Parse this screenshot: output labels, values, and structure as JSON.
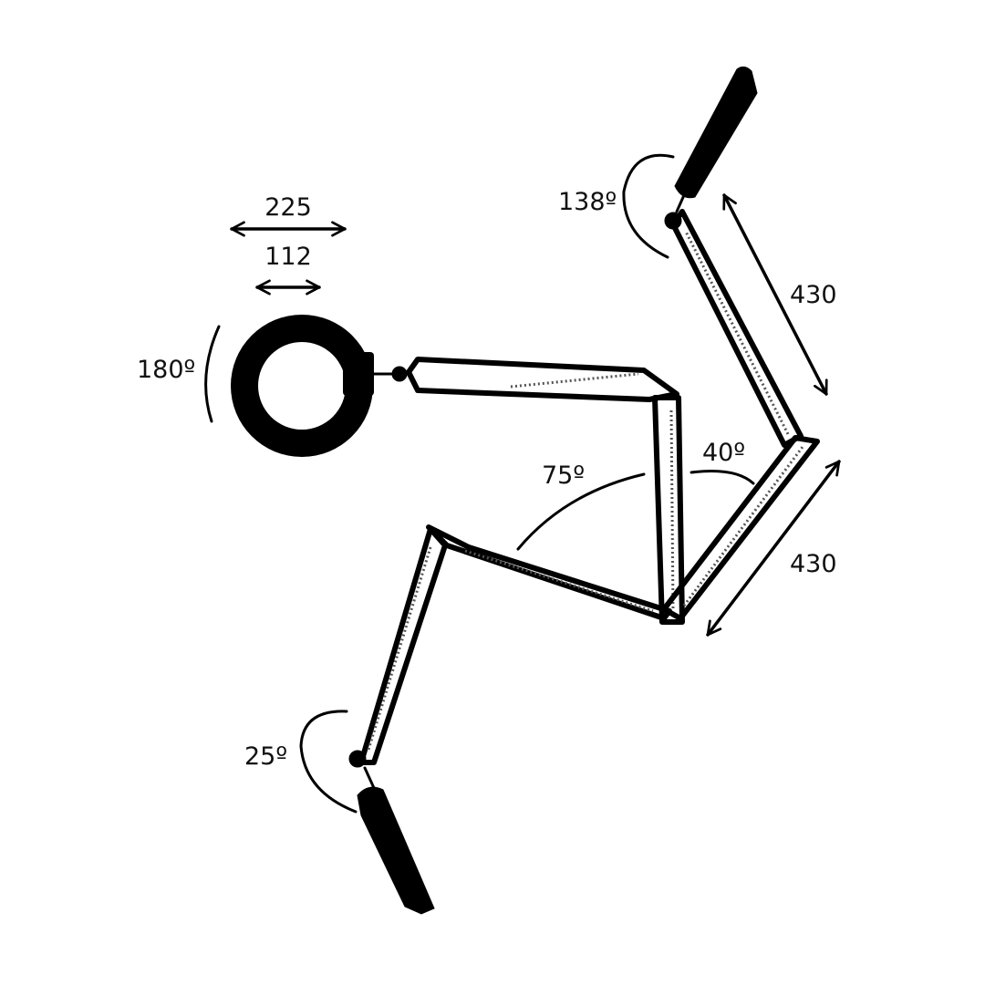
{
  "diagram": {
    "lens": {
      "outer_diameter": "225",
      "inner_diameter": "112",
      "rotation": "180º"
    },
    "clamp_rotation": "25º",
    "clamp_angle": "75º",
    "elbow_angle": "40º",
    "upper_arm_length": "430",
    "lower_arm_length": "430",
    "top_clamp_rotation": "138º"
  },
  "colors": {
    "line": "#000000",
    "background": "#ffffff"
  }
}
